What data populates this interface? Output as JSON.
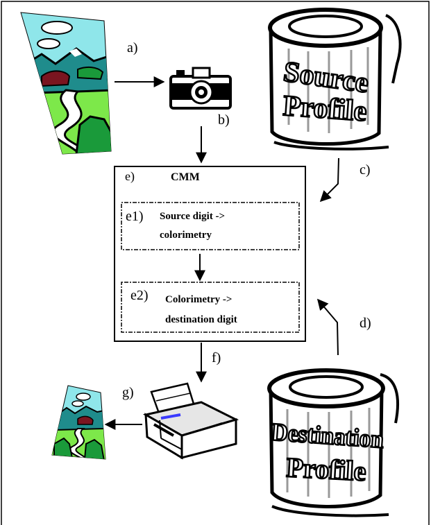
{
  "labels": {
    "a": "a)",
    "b": "b)",
    "c": "c)",
    "d": "d)",
    "e": "e)",
    "f": "f)",
    "g": "g)",
    "e1": "e1)",
    "e2": "e2)"
  },
  "cmm": {
    "title": "CMM",
    "step1_line1": "Source digit ->",
    "step1_line2": "colorimetry",
    "step2_line1": "Colorimetry ->",
    "step2_line2": "destination digit"
  },
  "source_can": {
    "line1": "Source",
    "line2": "Profile"
  },
  "destination_can": {
    "line1": "Destination",
    "line2": "Profile"
  },
  "colors": {
    "sky": "#8fe6ea",
    "grass": "#7de84a",
    "mountain": "#1f8c8c",
    "forest": "#1a9a3a",
    "barn": "#7a1520",
    "line": "#000000"
  }
}
